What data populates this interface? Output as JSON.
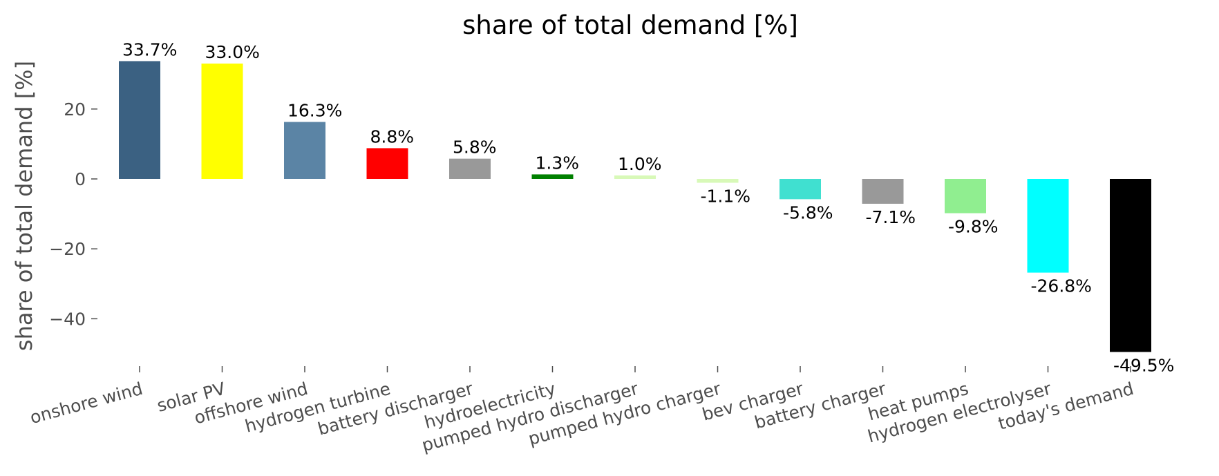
{
  "chart_data": {
    "type": "bar",
    "title": "share of total demand [%]",
    "ylabel": "share of total demand [%]",
    "xlabel": "",
    "ylim": [
      -55,
      38
    ],
    "yticks": [
      20,
      0,
      -20,
      -40
    ],
    "ytick_labels": [
      "20",
      "0",
      "−20",
      "−40"
    ],
    "grid": false,
    "categories": [
      "onshore wind",
      "solar PV",
      "offshore wind",
      "hydrogen turbine",
      "battery discharger",
      "hydroelectricity",
      "pumped hydro discharger",
      "pumped hydro charger",
      "bev charger",
      "battery charger",
      "heat pumps",
      "hydrogen electrolyser",
      "today's demand"
    ],
    "values": [
      33.7,
      33.0,
      16.3,
      8.8,
      5.8,
      1.3,
      1.0,
      -1.1,
      -5.8,
      -7.1,
      -9.8,
      -26.8,
      -49.5
    ],
    "data_labels": [
      "33.7%",
      "33.0%",
      "16.3%",
      "8.8%",
      "5.8%",
      "1.3%",
      "1.0%",
      "-1.1%",
      "-5.8%",
      "-7.1%",
      "-9.8%",
      "-26.8%",
      "-49.5%"
    ],
    "colors": [
      "#3b6182",
      "#ffff00",
      "#5b84a5",
      "#ff0000",
      "#999999",
      "#008000",
      "#d8f9b8",
      "#d8f9b8",
      "#40e0d0",
      "#999999",
      "#90ee90",
      "#00ffff",
      "#000000"
    ]
  }
}
